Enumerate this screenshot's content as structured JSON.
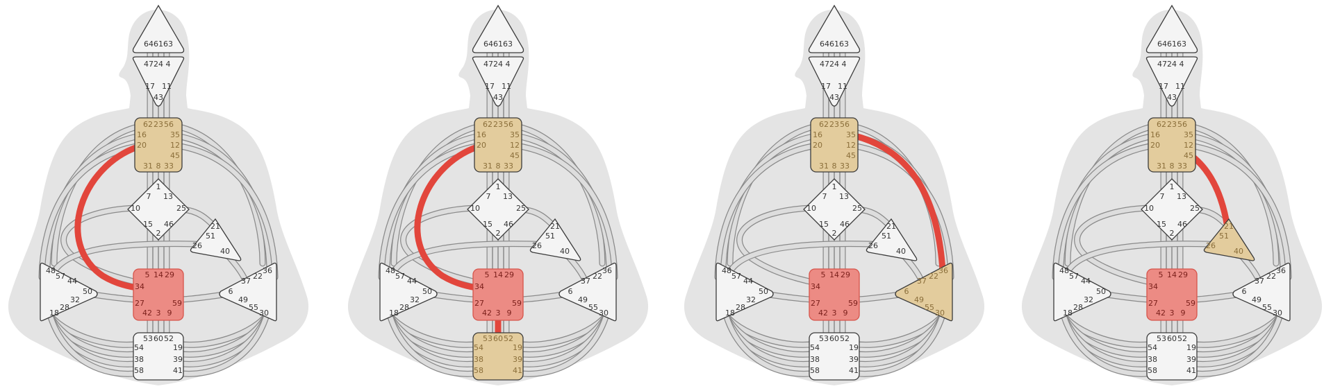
{
  "colors": {
    "silhouette": "#e4e4e4",
    "center_stroke": "#3b3b3b",
    "center_fill_undefined": "#f4f4f4",
    "center_fill_defined_tan": "#e3cc9d",
    "center_fill_defined_red": "#ec8b84",
    "center_stroke_red": "#d6544b",
    "channel_outer": "#8a8a8a",
    "channel_inner": "#dddddd",
    "channel_active": "#e2463c",
    "text_dark": "#333333",
    "text_tan": "#8a6e3a",
    "text_red": "#7a1f1a"
  },
  "centers": {
    "head": {
      "gates": [
        "64",
        "61",
        "63"
      ]
    },
    "ajna": {
      "gates": [
        "47",
        "24",
        "4",
        "17",
        "11",
        "43"
      ]
    },
    "throat": {
      "gates": [
        "62",
        "23",
        "56",
        "16",
        "35",
        "20",
        "12",
        "45",
        "31",
        "8",
        "33"
      ]
    },
    "g": {
      "gates": [
        "1",
        "7",
        "13",
        "10",
        "25",
        "15",
        "46",
        "2"
      ]
    },
    "ego": {
      "gates": [
        "21",
        "51",
        "26",
        "40"
      ]
    },
    "spleen": {
      "gates": [
        "48",
        "57",
        "44",
        "50",
        "32",
        "28",
        "18"
      ]
    },
    "solar": {
      "gates": [
        "36",
        "22",
        "37",
        "6",
        "49",
        "55",
        "30"
      ]
    },
    "sacral": {
      "gates": [
        "5",
        "14",
        "29",
        "34",
        "27",
        "59",
        "42",
        "3",
        "9"
      ]
    },
    "root": {
      "gates": [
        "53",
        "60",
        "52",
        "54",
        "19",
        "38",
        "39",
        "58",
        "41"
      ]
    }
  },
  "charts": [
    {
      "defined": [
        "throat",
        "sacral"
      ],
      "active_channels": [
        "20-34"
      ]
    },
    {
      "defined": [
        "throat",
        "sacral",
        "root"
      ],
      "active_channels": [
        "20-34",
        "3-60"
      ]
    },
    {
      "defined": [
        "throat",
        "sacral",
        "solar"
      ],
      "active_channels": [
        "35-36"
      ]
    },
    {
      "defined": [
        "throat",
        "sacral",
        "ego"
      ],
      "active_channels": [
        "45-21"
      ]
    }
  ]
}
